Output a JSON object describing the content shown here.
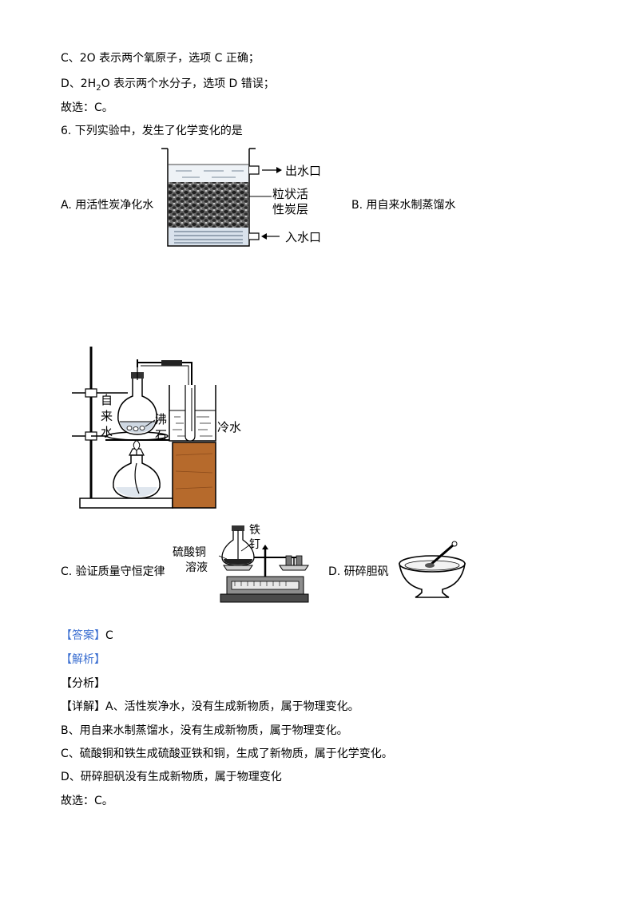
{
  "prev_answer": {
    "line_c": "C、2O 表示两个氧原子，选项 C 正确；",
    "line_d_pre": "D、2H",
    "line_d_sub": "2",
    "line_d_post": "O 表示两个水分子，选项 D 错误；",
    "conclusion": "故选：C。"
  },
  "question": {
    "stem": "6. 下列实验中，发生了化学变化的是",
    "option_a": "A. 用活性炭净化水",
    "option_b": "B. 用自来水制蒸馏水",
    "option_c": "C. 验证质量守恒定律",
    "option_d": "D. 研碎胆矾",
    "fig_a": {
      "outlet": "出水口",
      "layer_line1": "粒状活",
      "layer_line2": "性炭层",
      "inlet": "入水口"
    },
    "fig_b": {
      "tap_water_1": "自",
      "tap_water_2": "来",
      "tap_water_3": "水",
      "boiling_stone_1": "沸",
      "boiling_stone_2": "石",
      "cold_water": "冷水"
    },
    "fig_c": {
      "solution_1": "硫酸铜",
      "solution_2": "溶液",
      "nail_1": "铁",
      "nail_2": "钉"
    }
  },
  "answer": {
    "tag": "【答案】",
    "value": "C"
  },
  "analysis": {
    "tag": "【解析】",
    "fenxi": "【分析】",
    "detail_tag": "【详解】",
    "line_a": "A、活性炭净水，没有生成新物质，属于物理变化。",
    "line_b": "B、用自来水制蒸馏水，没有生成新物质，属于物理变化。",
    "line_c": "C、硫酸铜和铁生成硫酸亚铁和铜，生成了新物质，属于化学变化。",
    "line_d": "D、研碎胆矾没有生成新物质，属于物理变化",
    "conclusion": "故选：C。"
  }
}
